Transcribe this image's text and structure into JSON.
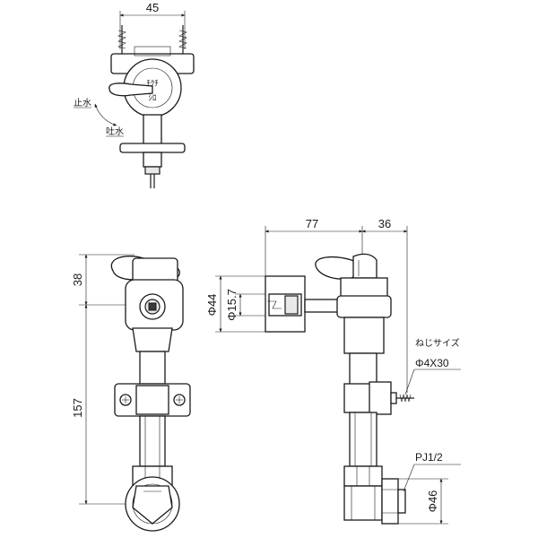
{
  "top_view": {
    "width_dim": "45",
    "label_stop": "止水",
    "label_spout": "吐水"
  },
  "front_view": {
    "dim_top": "38",
    "dim_height": "157"
  },
  "side_view": {
    "dim_reach": "77",
    "dim_offset": "36",
    "dim_outer_dia": "Φ44",
    "dim_inner_dia": "Φ15.7",
    "screw_label": "ねじサイズ",
    "screw_size": "Φ4X30",
    "pipe_thread": "PJ1/2",
    "flange_dia": "Φ46"
  }
}
